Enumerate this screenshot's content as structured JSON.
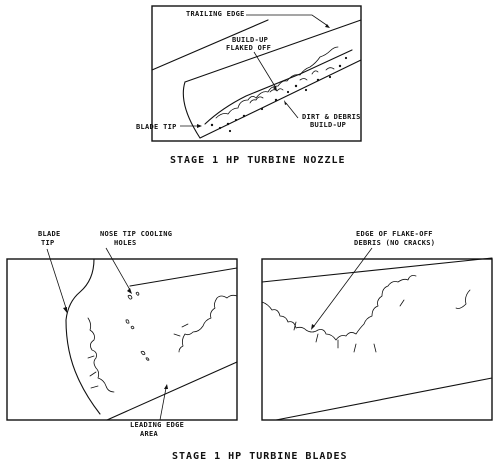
{
  "nozzle_panel": {
    "labels": {
      "trailing_edge": "TRAILING EDGE",
      "buildup_flaked_1": "BUILD-UP",
      "buildup_flaked_2": "FLAKED OFF",
      "dirt_debris_1": "DIRT & DEBRIS",
      "dirt_debris_2": "BUILD-UP",
      "blade_tip": "BLADE TIP"
    },
    "caption": "STAGE 1 HP TURBINE NOZZLE"
  },
  "blades_panel": {
    "labels": {
      "blade_tip_1": "BLADE",
      "blade_tip_2": "TIP",
      "nose_tip_1": "NOSE TIP COOLING",
      "nose_tip_2": "HOLES",
      "edge_flake_1": "EDGE OF FLAKE-OFF",
      "edge_flake_2": "DEBRIS (NO CRACKS)",
      "leading_edge_1": "LEADING EDGE",
      "leading_edge_2": "AREA"
    },
    "caption": "STAGE 1 HP TURBINE BLADES"
  },
  "colors": {
    "ink": "#111111",
    "paper": "#ffffff"
  }
}
